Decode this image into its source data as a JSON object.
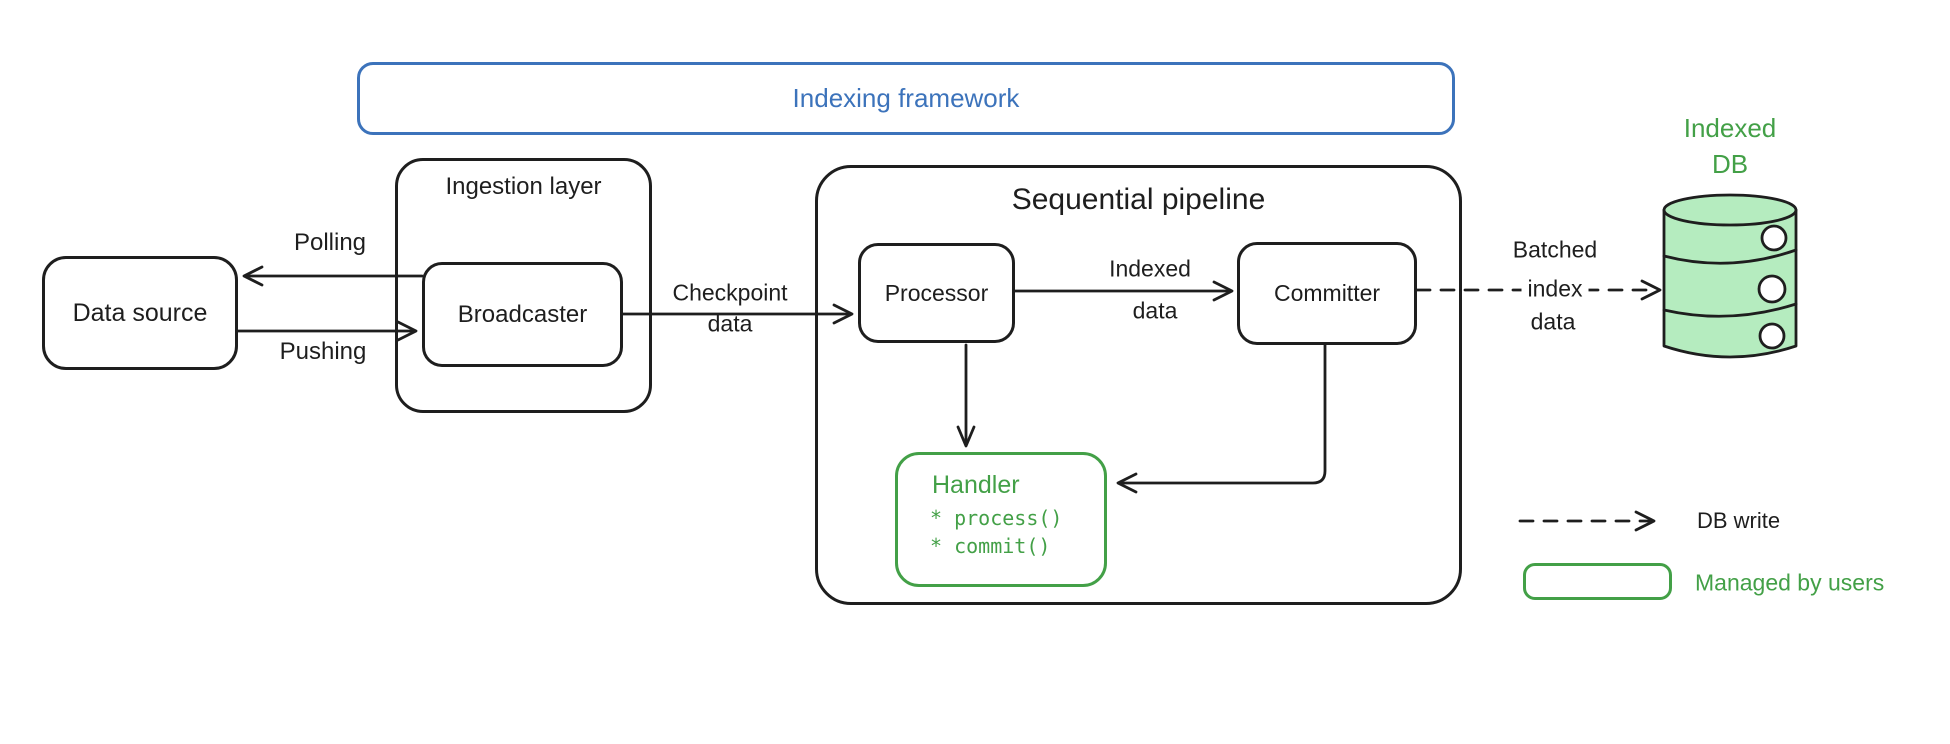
{
  "diagram": {
    "type": "architecture-flowchart",
    "colors": {
      "stroke_black": "#1e1e1e",
      "accent_blue": "#3c73bb",
      "accent_green": "#43a047",
      "db_fill_green": "#b5ecbf",
      "background": "#ffffff"
    },
    "frames": {
      "indexing_framework": {
        "label": "Indexing framework"
      },
      "ingestion_layer": {
        "label": "Ingestion layer"
      },
      "sequential_pipeline": {
        "label": "Sequential pipeline"
      }
    },
    "nodes": {
      "data_source": {
        "label": "Data source"
      },
      "broadcaster": {
        "label": "Broadcaster"
      },
      "processor": {
        "label": "Processor"
      },
      "committer": {
        "label": "Committer"
      },
      "handler": {
        "title": "Handler",
        "methods": [
          "* process()",
          "* commit()"
        ]
      },
      "indexed_db": {
        "label_line1": "Indexed",
        "label_line2": "DB"
      }
    },
    "edges": {
      "polling": {
        "label": "Polling",
        "from": "Broadcaster",
        "to": "Data source"
      },
      "pushing": {
        "label": "Pushing",
        "from": "Data source",
        "to": "Broadcaster"
      },
      "checkpoint": {
        "label_line1": "Checkpoint",
        "label_line2": "data",
        "from": "Broadcaster",
        "to": "Processor"
      },
      "indexed_data": {
        "label_line1": "Indexed",
        "label_line2": "data",
        "from": "Processor",
        "to": "Committer"
      },
      "batched_index": {
        "label_line1": "Batched",
        "label_line2": "index",
        "label_line3": "data",
        "from": "Committer",
        "to": "Indexed DB",
        "style": "dashed"
      },
      "processor_to_handler": {
        "label": "",
        "from": "Processor",
        "to": "Handler"
      },
      "committer_to_handler": {
        "label": "",
        "from": "Committer",
        "to": "Handler"
      }
    },
    "legend": {
      "db_write": "DB write",
      "managed_by_users": "Managed by users"
    }
  }
}
